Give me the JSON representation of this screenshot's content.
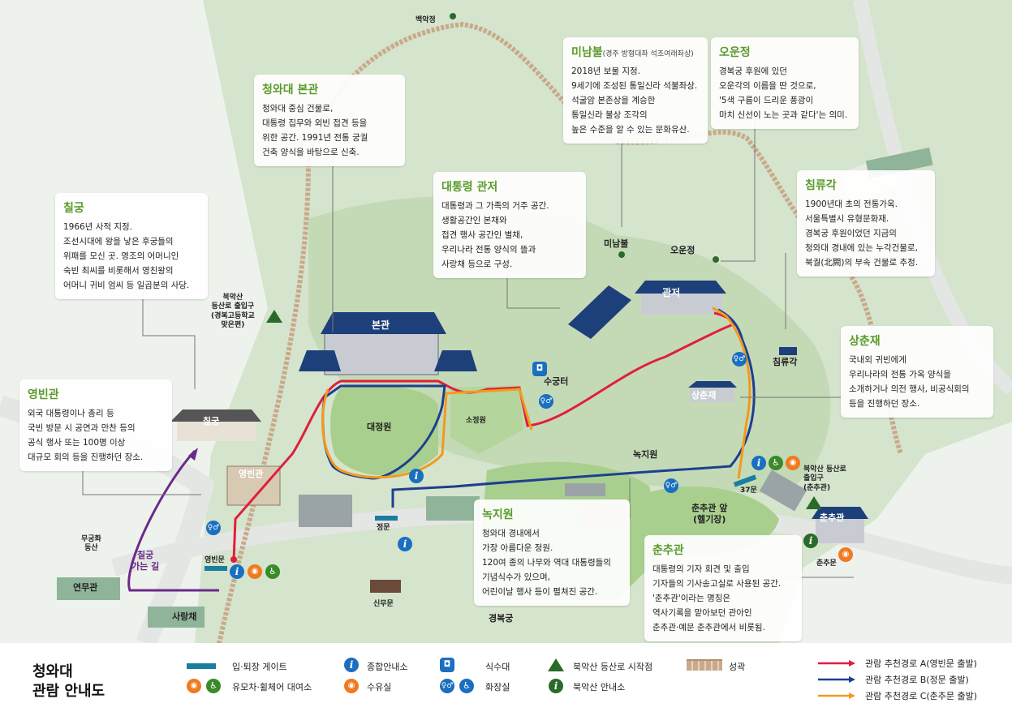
{
  "map": {
    "places": {
      "baekak": "백악정",
      "minambul": "미남불",
      "oun": "오운정",
      "gwanjeo": "관저",
      "bongwan": "본관",
      "sugung": "수궁터",
      "chimryu": "침류각",
      "sangchun": "상춘재",
      "daejeong": "대정원",
      "sojeong": "소정원",
      "nokji": "녹지원",
      "chilgung": "칠궁",
      "yeongbin": "영빈관",
      "mugung": "무궁화\n동산",
      "yeonmu": "연무관",
      "sarang": "사랑채",
      "sinmu": "신무문",
      "gyeongbok": "경복궁",
      "chunchu": "춘추관",
      "chunchu_front": "춘추관 앞\n(헬기장)",
      "jeongmun": "정문",
      "yeongbinmun": "영빈문",
      "chunchumun": "춘추문",
      "gate37": "37문",
      "trail_north": "북악산\n등산로 출입구\n(경복고등학교\n맞은편)",
      "trail_east": "북악산 등산로\n출입구\n(춘추관)",
      "chilgung_way": "칠궁\n가는 길"
    },
    "boxes": {
      "cheongwadae": {
        "title": "청와대 본관",
        "body": "청와대 중심 건물로,\n대통령 집무와 외빈 접견 등을\n위한 공간. 1991년 전통 궁궐\n건축 양식을 바탕으로 신축."
      },
      "minambul": {
        "title": "미남불",
        "subtitle": "(경주 방형대좌 석조여래좌상)",
        "body": "2018년 보물 지정.\n9세기에 조성된 통일신라 석불좌상.\n석굴암 본존상을 계승한\n통일신라 불상 조각의\n높은 수준을 알 수 있는 문화유산."
      },
      "oun": {
        "title": "오운정",
        "body": "경복궁 후원에 있던\n오운각의 이름을 딴 것으로,\n'5색 구름이 드리운 풍광이\n마치 신선이 노는 곳과 같다'는 의미."
      },
      "chilgung": {
        "title": "칠궁",
        "body": "1966년 사적 지정.\n조선시대에 왕을 낳은 후궁들의\n위패를 모신 곳. 영조의 어머니인\n숙빈 최씨를 비롯해서 영친왕의\n어머니 귀비 엄씨 등 일곱분의 사당."
      },
      "residence": {
        "title": "대통령 관저",
        "body": "대통령과 그 가족의 거주 공간.\n생활공간인 본채와\n접견 행사 공간인 별채,\n우리나라 전통 양식의 뜰과\n사랑채 등으로 구성."
      },
      "chimryu": {
        "title": "침류각",
        "body": "1900년대 초의 전통가옥.\n서울특별시 유형문화재.\n경복궁 후원이었던 지금의\n청와대 경내에 있는 누각건물로,\n북궐(北闕)의 부속 건물로 추정."
      },
      "sangchun": {
        "title": "상춘재",
        "body": "국내외 귀빈에게\n우리나라의 전통 가옥 양식을\n소개하거나 의전 행사, 비공식회의\n등을 진행하던 장소."
      },
      "yeongbin": {
        "title": "영빈관",
        "body": "외국 대통령이나 총리 등\n국빈 방문 시 공연과 만찬 등의\n공식 행사 또는 100명 이상\n대규모 회의 등을 진행하던 장소."
      },
      "nokji": {
        "title": "녹지원",
        "body": "청와대 경내에서\n가장 아름다운 정원.\n120여 종의 나무와 역대 대통령들의\n기념식수가 있으며,\n어린이날 행사 등이 펼쳐진 공간."
      },
      "chunchu": {
        "title": "춘추관",
        "body": "대통령의 기자 회견 및 출입\n기자들의 기사송고실로 사용된 공간.\n'춘추관'이라는 명칭은\n역사기록을 맡아보던 관아인\n춘추관·예문 춘추관에서 비롯됨."
      }
    }
  },
  "legend": {
    "title_line1": "청와대",
    "title_line2": "관람 안내도",
    "gate": "입·퇴장 게이트",
    "stroller": "유모차·휠체어 대여소",
    "info": "종합안내소",
    "nursing": "수유실",
    "water": "식수대",
    "toilet": "화장실",
    "trailhead": "북악산 등산로 시작점",
    "trail_info": "북악산 안내소",
    "wall": "성곽",
    "route_a": "관람 추천경로 A(영빈문 출발)",
    "route_b": "관람 추천경로 B(정문 출발)",
    "route_c": "관람 추천경로 C(춘추문 출발)"
  },
  "colors": {
    "mountain": "#d7e6cf",
    "hill": "#c6dcb8",
    "lawn": "#a9cf8e",
    "road": "#e2e4e2",
    "route_a": "#e01f3d",
    "route_b": "#1d3f8f",
    "route_c": "#f39a1e",
    "route_chilgung": "#6a2a8a",
    "title_green": "#5a9a2a",
    "roof": "#1d3f7a",
    "wall": "#c9a98a"
  }
}
